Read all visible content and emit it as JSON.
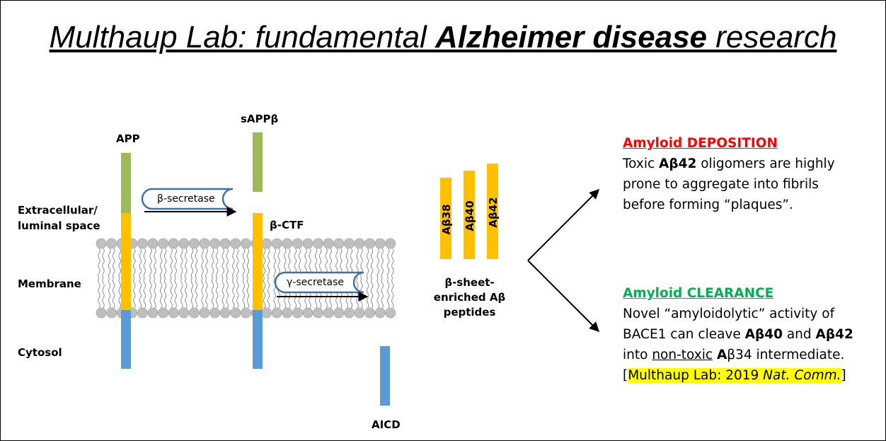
{
  "title": {
    "part1": "Multhaup Lab: fundamental ",
    "bold": "Alzheimer disease",
    "part2": " research"
  },
  "labels": {
    "app": "APP",
    "sappb": "sAPPβ",
    "extracellular_line1": "Extracellular/",
    "extracellular_line2": "luminal space",
    "membrane": "Membrane",
    "cytosol": "Cytosol",
    "bctf": "β-CTF",
    "aicd": "AICD",
    "beta_secretase": "β-secretase",
    "gamma_secretase": "γ-secretase",
    "peptides_line1": "β-sheet-",
    "peptides_line2": "enriched Aβ",
    "peptides_line3": "peptides"
  },
  "peptides": [
    "Aβ38",
    "Aβ40",
    "Aβ42"
  ],
  "deposition": {
    "header": "Amyloid DEPOSITION",
    "l1_pre": "Toxic ",
    "l1_bold": "Aβ42",
    "l1_post": " oligomers are highly",
    "l2": "prone to aggregate into fibrils",
    "l3": "before forming “plaques”."
  },
  "clearance": {
    "header": "Amyloid CLEARANCE",
    "l1": "Novel “amyloidolytic” activity of",
    "l2_pre": "BACE1 can cleave ",
    "l2_b1": "Aβ40",
    "l2_mid": " and ",
    "l2_b2": "Aβ42",
    "l3_pre": "into ",
    "l3_u": "non-toxic",
    "l3_sp": " ",
    "l3_b": "A",
    "l3_post": "β34 intermediate.",
    "ref_open": "[",
    "ref_text": "Multhaup Lab: 2019 ",
    "ref_italic": "Nat. Comm.",
    "ref_close": "]"
  },
  "colors": {
    "green_domain": "#9bbb59",
    "orange_domain": "#ffc000",
    "blue_domain": "#5b9bd5",
    "lipid_head": "#bfbfbf",
    "enzyme_outline": "#41719c",
    "deposition_header": "#ff0000",
    "clearance_header": "#00b050",
    "highlight": "#ffff00"
  }
}
